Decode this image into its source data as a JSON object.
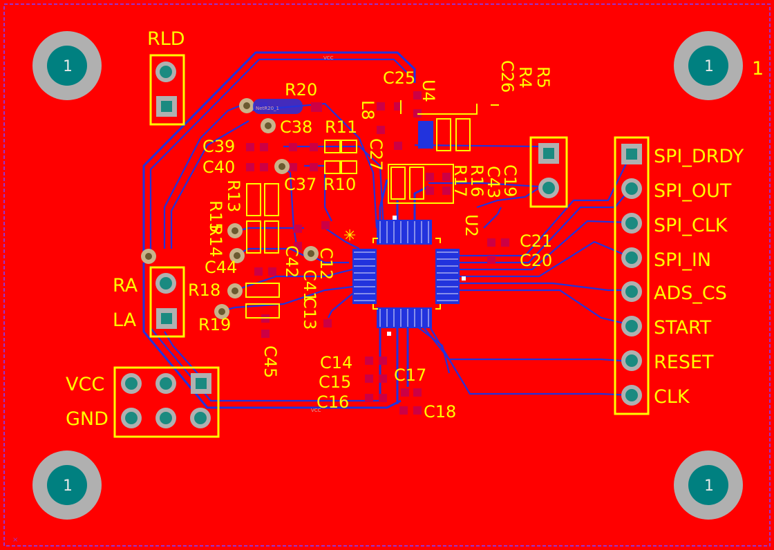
{
  "board": {
    "background_color": "#ff0000",
    "trace_color": "#2233dd",
    "silkscreen_color": "#ffff00",
    "outline_color": "#9933cc",
    "corner_label": "1"
  },
  "mounting_holes": [
    {
      "label": "1"
    },
    {
      "label": "1"
    },
    {
      "label": "1"
    },
    {
      "label": "1"
    }
  ],
  "connectors": {
    "rld": {
      "label": "RLD"
    },
    "ra_la": {
      "ra_label": "RA",
      "la_label": "LA"
    },
    "power": {
      "vcc_label": "VCC",
      "gnd_label": "GND"
    },
    "spi_header": {
      "pins": [
        "SPI_DRDY",
        "SPI_OUT",
        "SPI_CLK",
        "SPI_IN",
        "ADS_CS",
        "START",
        "RESET",
        "CLK"
      ]
    }
  },
  "designators": {
    "R20": "R20",
    "C38": "C38",
    "R11": "R11",
    "C39": "C39",
    "C40": "C40",
    "C37": "C37",
    "R10": "R10",
    "R13": "R13",
    "R15": "R15",
    "R14": "R14",
    "C44": "C44",
    "R18": "R18",
    "R19": "R19",
    "C42": "C42",
    "C12": "C12",
    "C41": "C41",
    "C13": "C13",
    "C45": "C45",
    "C25": "C25",
    "U4": "U4",
    "L8": "L8",
    "C27": "C27",
    "C26": "C26",
    "R4": "R4",
    "R5": "R5",
    "C19": "C19",
    "C43": "C43",
    "R16": "R16",
    "R17": "R17",
    "U2": "U2",
    "C21": "C21",
    "C20": "C20",
    "C14": "C14",
    "C15": "C15",
    "C16": "C16",
    "C17": "C17",
    "C18": "C18"
  },
  "net_labels": {
    "netr20": "NetR20_1",
    "vcc_top": "VCC",
    "vcc_bottom": "VCC"
  }
}
